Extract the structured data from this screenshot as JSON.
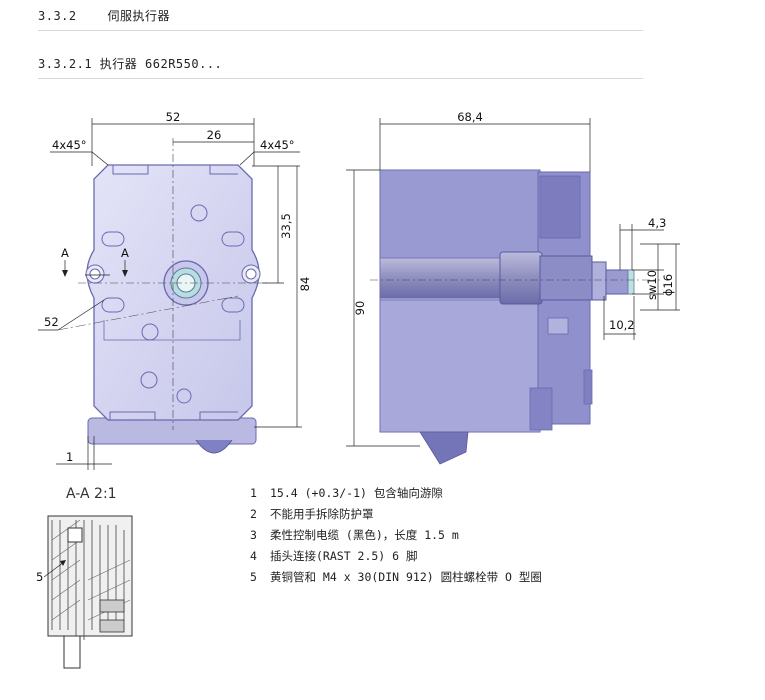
{
  "header": {
    "section": "3.3.2",
    "section_title": "伺服执行器",
    "subsection": "3.3.2.1 执行器 662R550..."
  },
  "dimensions": {
    "width_top": "52",
    "half_width": "26",
    "chamfer_left": "4x45°",
    "chamfer_right": "4x45°",
    "height_upper": "33,5",
    "height_total": "84",
    "hole_spacing": "52",
    "section_mark": "A",
    "bottom_offset": "1",
    "side_width": "68,4",
    "side_height": "90",
    "shaft_offset": "4,3",
    "shaft_sw": "sw10",
    "shaft_dia": "ϕ16",
    "shaft_len": "10,2"
  },
  "section_view": {
    "title": "A-A 2:1",
    "callout": "5"
  },
  "notes": [
    {
      "num": "1",
      "text": "15.4 (+0.3/-1) 包含轴向游隙"
    },
    {
      "num": "2",
      "text": "不能用手拆除防护罩"
    },
    {
      "num": "3",
      "text": "柔性控制电缆 (黑色)，长度 1.5 m"
    },
    {
      "num": "4",
      "text": "插头连接(RAST 2.5) 6 脚"
    },
    {
      "num": "5",
      "text": "黄铜管和 M4 x 30(DIN 912) 圆柱螺栓带 O 型圈"
    }
  ],
  "colors": {
    "body_fill": "#d8d8f2",
    "body_stroke": "#6a6ab0",
    "dark_fill": "#9a9ad0"
  }
}
